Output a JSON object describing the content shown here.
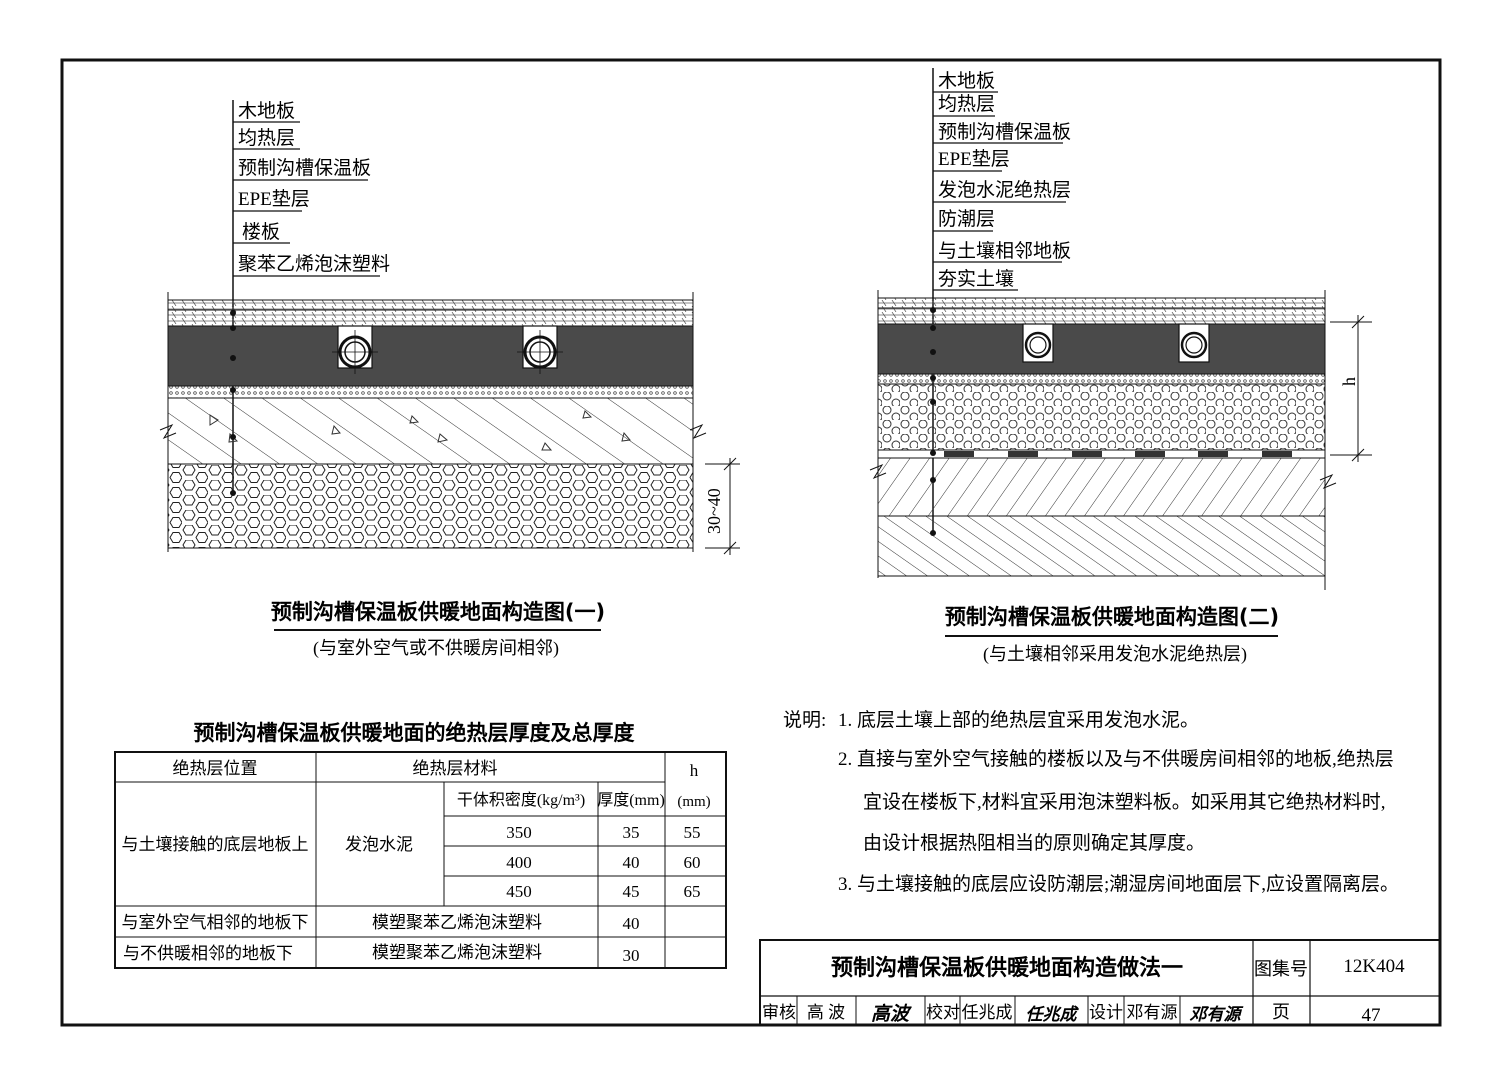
{
  "figure1": {
    "layers": [
      "木地板",
      "均热层",
      "预制沟槽保温板",
      "EPE垫层",
      "楼板",
      "聚苯乙烯泡沫塑料"
    ],
    "dim_label": "30~40",
    "title": "预制沟槽保温板供暖地面构造图(一)",
    "subtitle": "(与室外空气或不供暖房间相邻)"
  },
  "figure2": {
    "layers": [
      "木地板",
      "均热层",
      "预制沟槽保温板",
      "EPE垫层",
      "发泡水泥绝热层",
      "防潮层",
      "与土壤相邻地板",
      "夯实土壤"
    ],
    "dim_label": "h",
    "title": "预制沟槽保温板供暖地面构造图(二)",
    "subtitle": "(与土壤相邻采用发泡水泥绝热层)"
  },
  "table": {
    "title": "预制沟槽保温板供暖地面的绝热层厚度及总厚度",
    "header_position": "绝热层位置",
    "header_material": "绝热层材料",
    "header_h": "h",
    "header_h_unit": "(mm)",
    "header_density": "干体积密度(kg/m³)",
    "header_thickness": "厚度(mm)",
    "row_soil_position": "与土壤接触的底层地板上",
    "row_soil_material": "发泡水泥",
    "soil_rows": [
      {
        "density": "350",
        "thickness": "35",
        "h": "55"
      },
      {
        "density": "400",
        "thickness": "40",
        "h": "60"
      },
      {
        "density": "450",
        "thickness": "45",
        "h": "65"
      }
    ],
    "row_outdoor_position": "与室外空气相邻的地板下",
    "row_outdoor_material": "模塑聚苯乙烯泡沫塑料",
    "row_outdoor_thickness": "40",
    "row_unheated_position": "与不供暖相邻的地板下",
    "row_unheated_material": "模塑聚苯乙烯泡沫塑料",
    "row_unheated_thickness": "30"
  },
  "notes": {
    "label": "说明:",
    "items": [
      "1. 底层土壤上部的绝热层宜采用发泡水泥。",
      "2. 直接与室外空气接触的楼板以及与不供暖房间相邻的地板,绝热层",
      "宜设在楼板下,材料宜采用泡沫塑料板。如采用其它绝热材料时,",
      "由设计根据热阻相当的原则确定其厚度。",
      "3. 与土壤接触的底层应设防潮层;潮湿房间地面层下,应设置隔离层。"
    ]
  },
  "title_block": {
    "title": "预制沟槽保温板供暖地面构造做法一",
    "atlas_label": "图集号",
    "atlas_no": "12K404",
    "page_label": "页",
    "page_no": "47",
    "review_label": "审核",
    "review_name": "高 波",
    "review_sign": "高波",
    "check_label": "校对",
    "check_name": "任兆成",
    "check_sign": "任兆成",
    "design_label": "设计",
    "design_name": "邓有源",
    "design_sign": "邓有源"
  }
}
